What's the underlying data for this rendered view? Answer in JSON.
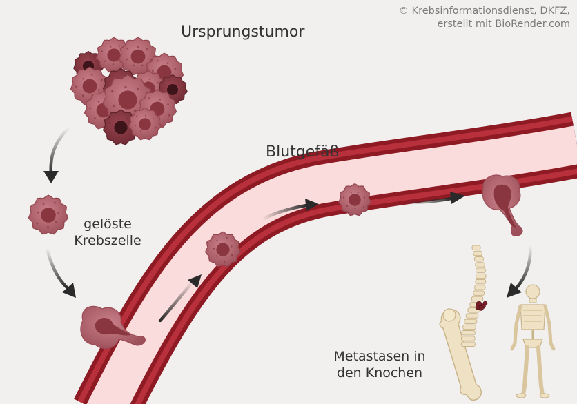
{
  "credit": {
    "line1": "© Krebsinformationsdienst, DKFZ,",
    "line2": "erstellt mit BioRender.com"
  },
  "labels": {
    "primary_tumor": "Ursprungstumor",
    "blood_vessel": "Blutgefäß",
    "detached_cell_line1": "gelöste",
    "detached_cell_line2": "Krebszelle",
    "metastases_line1": "Metastasen in",
    "metastases_line2": "den Knochen"
  },
  "colors": {
    "background": "#f1f0ef",
    "vessel_wall": "#9b1e28",
    "vessel_inner": "#f9dcdc",
    "cell_fill": "#b4656e",
    "cell_nucleus": "#8a3640",
    "arrow": "#2a2a2a",
    "bone": "#ecdfc0"
  }
}
